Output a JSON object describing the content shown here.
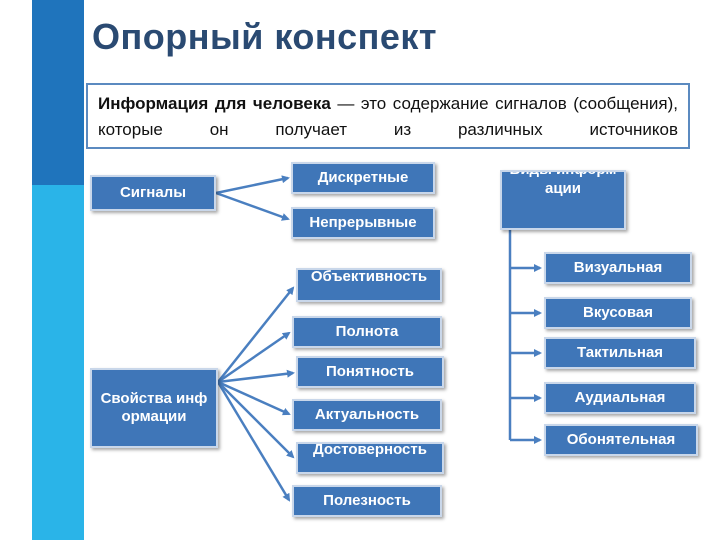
{
  "page": {
    "title": "Опорный конспект",
    "definition_bold": "Информация для человека",
    "definition_rest": " — это содержание сигналов (сообщения), которые он получает из различных источников"
  },
  "signals": {
    "root": "Сигналы",
    "children": [
      "Дискретные",
      "Непрерывные"
    ]
  },
  "properties": {
    "root": "Свойства информации",
    "children": [
      "Объективность",
      "Полнота",
      "Понятность",
      "Актуальность",
      "Достоверность",
      "Полезность"
    ]
  },
  "types": {
    "root": "Виды информации",
    "children": [
      "Визуальная",
      "Вкусовая",
      "Тактильная",
      "Аудиальная",
      "Обонятельная"
    ]
  },
  "colors": {
    "node_fill": "#3f76b8",
    "node_border": "#c9d7ea",
    "arrow": "#4a7fc0",
    "title": "#2a4a72",
    "side_bar_dark": "#1f74bc",
    "side_bar_light": "#2ab4e8"
  }
}
